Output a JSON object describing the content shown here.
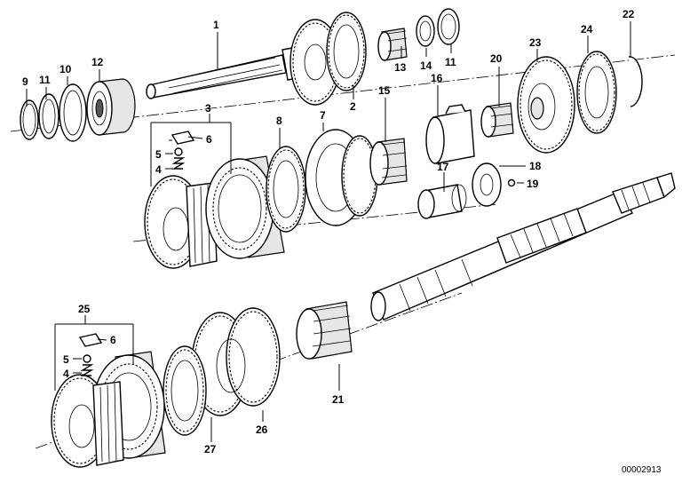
{
  "diagram": {
    "code": "00002913",
    "callouts": [
      {
        "id": "c1",
        "text": "1"
      },
      {
        "id": "c2",
        "text": "2"
      },
      {
        "id": "c3",
        "text": "3"
      },
      {
        "id": "c4a",
        "text": "4"
      },
      {
        "id": "c4b",
        "text": "4"
      },
      {
        "id": "c5a",
        "text": "5"
      },
      {
        "id": "c5b",
        "text": "5"
      },
      {
        "id": "c6a",
        "text": "6"
      },
      {
        "id": "c6b",
        "text": "6"
      },
      {
        "id": "c7",
        "text": "7"
      },
      {
        "id": "c8",
        "text": "8"
      },
      {
        "id": "c9",
        "text": "9"
      },
      {
        "id": "c10",
        "text": "10"
      },
      {
        "id": "c11a",
        "text": "11"
      },
      {
        "id": "c11b",
        "text": "11"
      },
      {
        "id": "c12",
        "text": "12"
      },
      {
        "id": "c13",
        "text": "13"
      },
      {
        "id": "c14",
        "text": "14"
      },
      {
        "id": "c15",
        "text": "15"
      },
      {
        "id": "c16",
        "text": "16"
      },
      {
        "id": "c17",
        "text": "17"
      },
      {
        "id": "c18",
        "text": "18"
      },
      {
        "id": "c19",
        "text": "19"
      },
      {
        "id": "c20",
        "text": "20"
      },
      {
        "id": "c21",
        "text": "21"
      },
      {
        "id": "c22",
        "text": "22"
      },
      {
        "id": "c23",
        "text": "23"
      },
      {
        "id": "c24",
        "text": "24"
      },
      {
        "id": "c25",
        "text": "25"
      },
      {
        "id": "c26",
        "text": "26"
      },
      {
        "id": "c27",
        "text": "27"
      }
    ]
  }
}
